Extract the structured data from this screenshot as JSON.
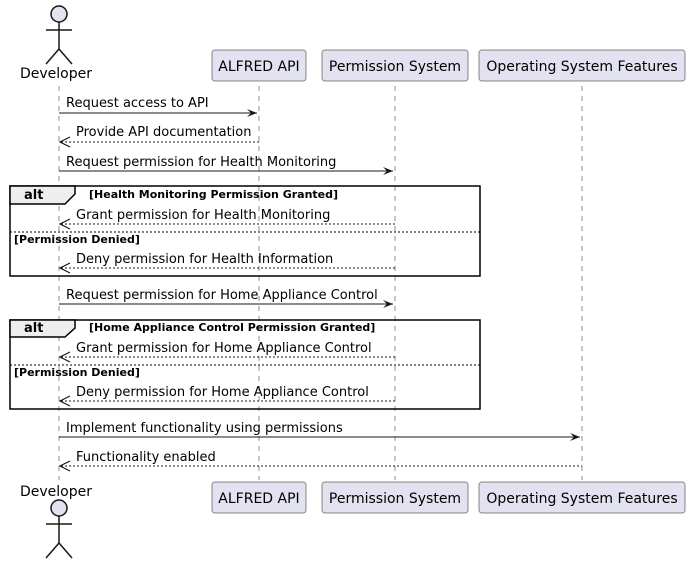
{
  "participants": [
    {
      "id": "developer",
      "name": "Developer",
      "kind": "actor"
    },
    {
      "id": "alfred-api",
      "name": "ALFRED API",
      "kind": "participant"
    },
    {
      "id": "permission-system",
      "name": "Permission System",
      "kind": "participant"
    },
    {
      "id": "os-features",
      "name": "Operating System Features",
      "kind": "participant"
    }
  ],
  "messages": [
    {
      "from": "developer",
      "to": "alfred-api",
      "text": "Request access to API",
      "style": "solid"
    },
    {
      "from": "alfred-api",
      "to": "developer",
      "text": "Provide API documentation",
      "style": "dashed"
    },
    {
      "from": "developer",
      "to": "permission-system",
      "text": "Request permission for Health Monitoring",
      "style": "solid"
    },
    {
      "from": "permission-system",
      "to": "developer",
      "text": "Grant permission for Health Monitoring",
      "style": "dashed"
    },
    {
      "from": "permission-system",
      "to": "developer",
      "text": "Deny permission for Health Information",
      "style": "dashed"
    },
    {
      "from": "developer",
      "to": "permission-system",
      "text": "Request permission for Home Appliance Control",
      "style": "solid"
    },
    {
      "from": "permission-system",
      "to": "developer",
      "text": "Grant permission for Home Appliance Control",
      "style": "dashed"
    },
    {
      "from": "permission-system",
      "to": "developer",
      "text": "Deny permission for Home Appliance Control",
      "style": "dashed"
    },
    {
      "from": "developer",
      "to": "os-features",
      "text": "Implement functionality using permissions",
      "style": "solid"
    },
    {
      "from": "os-features",
      "to": "developer",
      "text": "Functionality enabled",
      "style": "dashed"
    }
  ],
  "fragments": [
    {
      "keyword": "alt",
      "guard": "[Health Monitoring Permission Granted]",
      "else_guard": "[Permission Denied]"
    },
    {
      "keyword": "alt",
      "guard": "[Home Appliance Control Permission Granted]",
      "else_guard": "[Permission Denied]"
    }
  ],
  "colors": {
    "participant_fill": "#e2e2f0",
    "participant_stroke": "#181818",
    "lifeline": "#181818",
    "fragment_header_fill": "#eeeeee"
  }
}
